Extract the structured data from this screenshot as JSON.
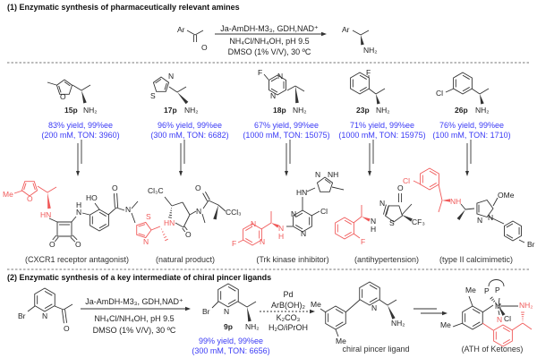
{
  "colors": {
    "highlight": "#f05a5a",
    "yield_text": "#3b3bf5",
    "bond": "#333333"
  },
  "section1": {
    "title": "(1) Enzymatic synthesis of pharmaceutically relevant amines",
    "reaction": {
      "reactant": {
        "ar": "Ar",
        "o": "O"
      },
      "conditions": [
        "Ja-AmDH-M3₃, GDH,NAD⁺",
        "NH₄Cl/NH₄OH, pH 9.5",
        "DMSO (1% V/V), 30 ºC"
      ],
      "product": {
        "ar": "Ar",
        "nh2": "NH₂"
      }
    },
    "substrates": [
      {
        "id": "15p",
        "yield": "83% yield, 99%ee",
        "details": "(200 mM, TON: 3960)",
        "atoms": [
          "O",
          "NH₂"
        ]
      },
      {
        "id": "17p",
        "yield": "96% yield, 99%ee",
        "details": "(300 mM, TON: 6682)",
        "atoms": [
          "N",
          "S",
          "NH₂"
        ]
      },
      {
        "id": "18p",
        "yield": "67% yield, 99%ee",
        "details": "(1000 mM, TON: 15075)",
        "atoms": [
          "F",
          "N",
          "N",
          "NH₂"
        ]
      },
      {
        "id": "23p",
        "yield": "71% yield, 99%ee",
        "details": "(1000 mM, TON: 15975)",
        "atoms": [
          "F",
          "NH₂"
        ]
      },
      {
        "id": "26p",
        "yield": "76% yield, 99%ee",
        "details": "(100 mM, TON: 1710)",
        "atoms": [
          "Cl",
          "NH₂"
        ]
      }
    ],
    "products": [
      {
        "application": "(CXCR1 receptor antagonist)",
        "atoms": [
          "Me",
          "O",
          "HN",
          "O",
          "O",
          "H",
          "N",
          "HO",
          "O",
          "N"
        ]
      },
      {
        "application": "(natural product)",
        "atoms": [
          "S",
          "N",
          "HN",
          "O",
          "N",
          "Cl₃C",
          "O",
          "CCl₃"
        ]
      },
      {
        "application": "(Trk kinase inhibitor)",
        "atoms": [
          "N",
          "N",
          "F",
          "N",
          "H",
          "N",
          "N",
          "Cl",
          "HN",
          "N",
          "NH"
        ]
      },
      {
        "application": "(antihypertension)",
        "atoms": [
          "F",
          "N",
          "H",
          "N",
          "S",
          "O",
          "CF₃"
        ]
      },
      {
        "application": "(type II calcimimetic)",
        "atoms": [
          "Cl",
          "NH",
          "N",
          "N",
          "OMe",
          "Br"
        ]
      }
    ]
  },
  "section2": {
    "title": "(2) Enzymatic synthesis of a key intermediate of chiral pincer ligands",
    "reactant": {
      "atoms": [
        "Br",
        "N",
        "O"
      ]
    },
    "conditions": [
      "Ja-AmDH-M3₃, GDH,NAD⁺",
      "NH₄Cl/NH₄OH, pH 9.5",
      "DMSO (1% V/V), 30 ºC"
    ],
    "intermediate": {
      "id": "9p",
      "atoms": [
        "Br",
        "N",
        "NH₂"
      ],
      "yield": "99% yield, 99%ee",
      "details": "(300 mM, TON: 6656)"
    },
    "coupling_conditions": [
      "Pd",
      "ArB(OH)₂",
      "K₂CO₃",
      "H₂O/iPrOH"
    ],
    "ligand": {
      "atoms": [
        "Me",
        "Me",
        "N",
        "NH₂"
      ],
      "caption": "chiral pincer ligand"
    },
    "complex": {
      "atoms": [
        "Me",
        "Me",
        "P",
        "P",
        "M",
        "Cl",
        "N",
        "NH₂"
      ],
      "caption": "(ATH of Ketones)"
    }
  }
}
